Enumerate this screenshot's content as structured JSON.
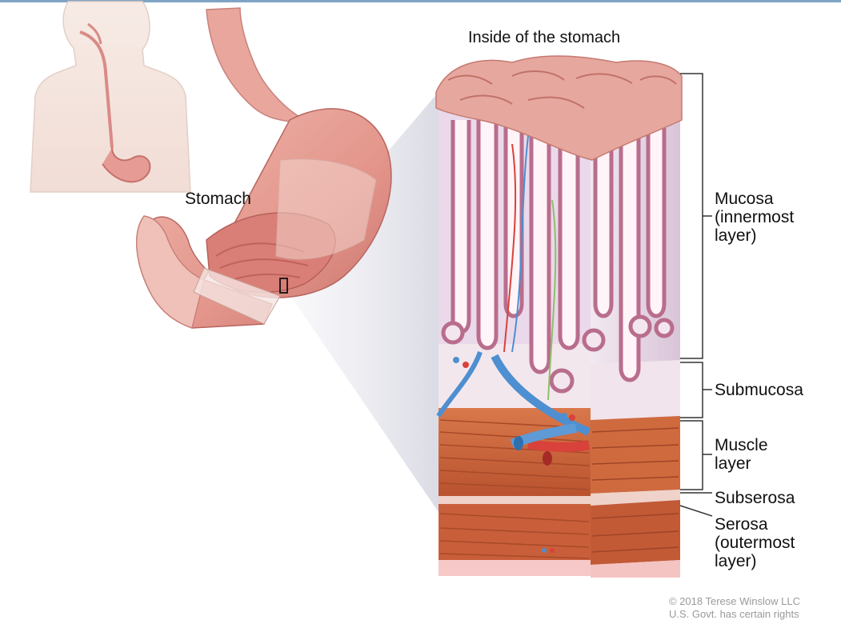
{
  "title": "Inside of the stomach",
  "labels": {
    "stomach": "Stomach",
    "mucosa": "Mucosa\n(innermost\nlayer)",
    "submucosa": "Submucosa",
    "muscle": "Muscle\nlayer",
    "subserosa": "Subserosa",
    "serosa": "Serosa\n(outermost\nlayer)"
  },
  "credit": {
    "line1": "© 2018 Terese Winslow LLC",
    "line2": "U.S. Govt. has certain rights"
  },
  "colors": {
    "stomach": "#e8a49a",
    "stomach_dark": "#c9736b",
    "mucosa_gland": "#c9879f",
    "mucosa_bg": "#ead9ea",
    "submucosa": "#f3e7ee",
    "muscle": "#d36a3e",
    "muscle_dark": "#a84a29",
    "serosa": "#f6c9c8",
    "vein": "#4d8fd0",
    "artery": "#d8423a",
    "bracket": "#333333"
  }
}
